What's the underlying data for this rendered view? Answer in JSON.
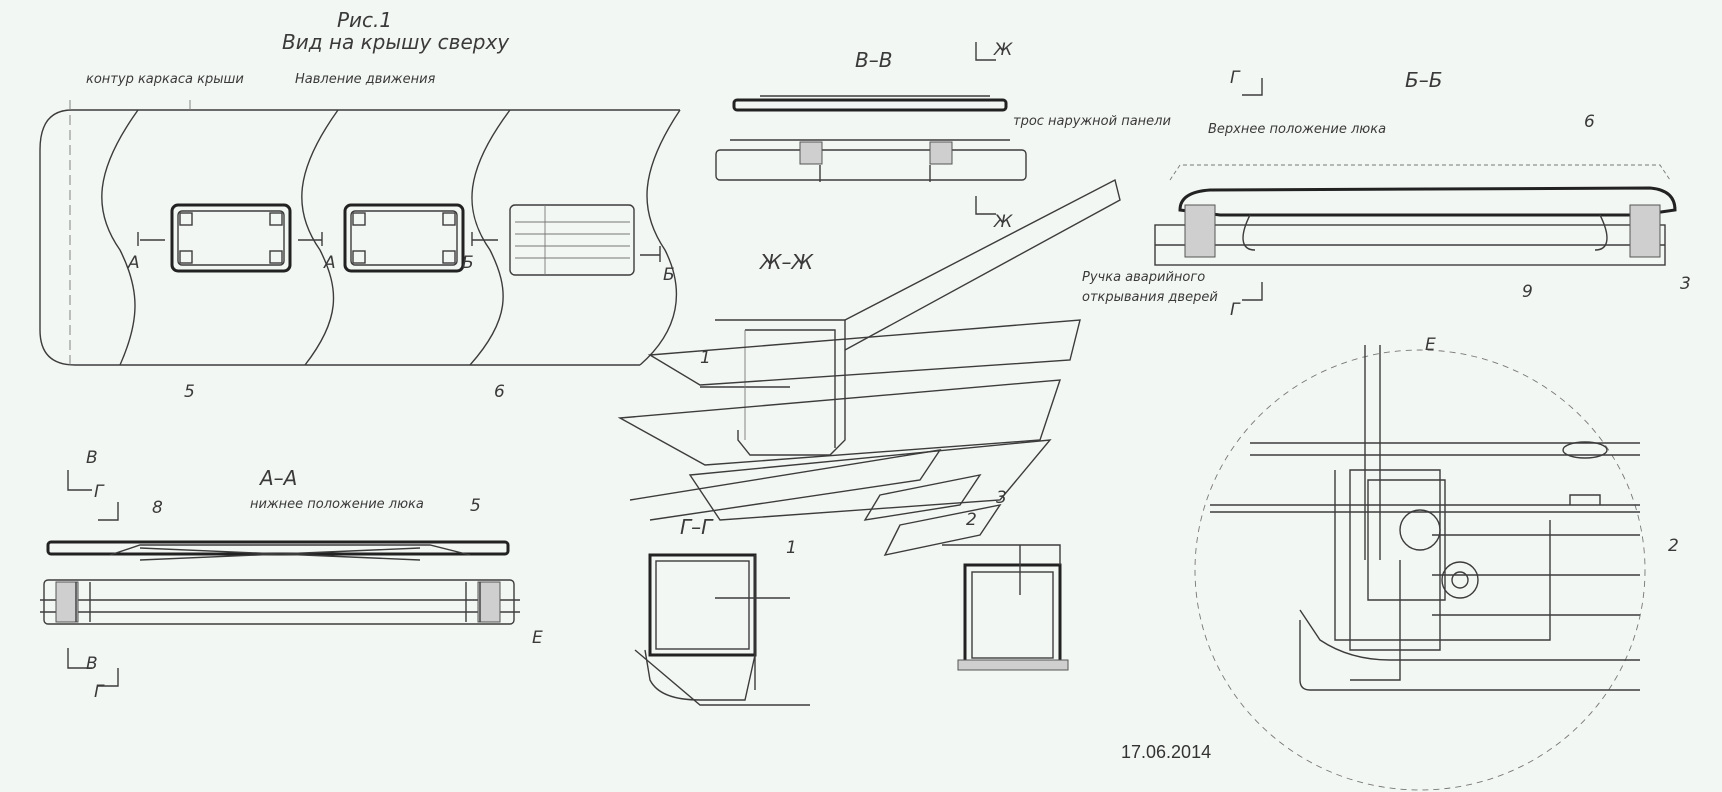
{
  "title": {
    "line1": "Рис.1",
    "line2": "Вид на крышу сверху"
  },
  "labels": {
    "roof_contour": "контур каркаса крыши",
    "direction": "Навление движения",
    "section_vv": "В–В",
    "section_bb": "Б–Б",
    "section_aa": "А–А",
    "section_zhzh": "Ж–Ж",
    "section_gg": "Г–Г",
    "cable": "трос наружной панели",
    "upper_position": "Верхнее положение люка",
    "lower_position": "нижнее положение люка",
    "handle_line1": "Ручка аварийного",
    "handle_line2": "открывания дверей"
  },
  "markers": {
    "a": "А",
    "b": "Б",
    "v": "В",
    "g": "Г",
    "e": "Е",
    "zh": "Ж",
    "n1": "1",
    "n2": "2",
    "n3": "3",
    "n5": "5",
    "n6": "6",
    "n8": "8",
    "n9": "9"
  },
  "date": "17.06.2014"
}
